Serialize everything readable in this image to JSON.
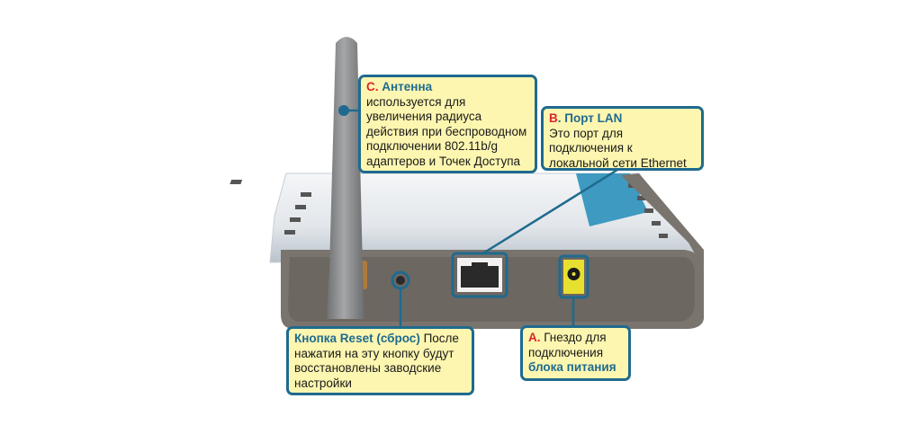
{
  "callouts": {
    "antenna": {
      "letter": "C.",
      "title": "Антенна",
      "lines": [
        "используется для",
        "увеличения радиуса",
        "действия при беспроводном",
        "подключении 802.11b/g",
        "адаптеров и Точек Доступа"
      ]
    },
    "lan": {
      "letter": "B",
      "title": ". Порт LAN",
      "lines": [
        "Это порт для",
        "подключения к",
        "локальной сети Ethernet"
      ]
    },
    "reset": {
      "title": "Кнопка Reset (сброс)",
      "text_first": " После",
      "lines": [
        "нажатия на эту кнопку будут",
        "восстановлены заводские",
        "настройки"
      ]
    },
    "power": {
      "letter": "A.",
      "text_first": " Гнездо для",
      "line2": "подключения",
      "emphasis": "блока питания"
    }
  },
  "colors": {
    "callout_fill": "#fdf6b0",
    "callout_border": "#1f6a8f",
    "letter": "#d8262c",
    "heading": "#1f6a8f"
  }
}
